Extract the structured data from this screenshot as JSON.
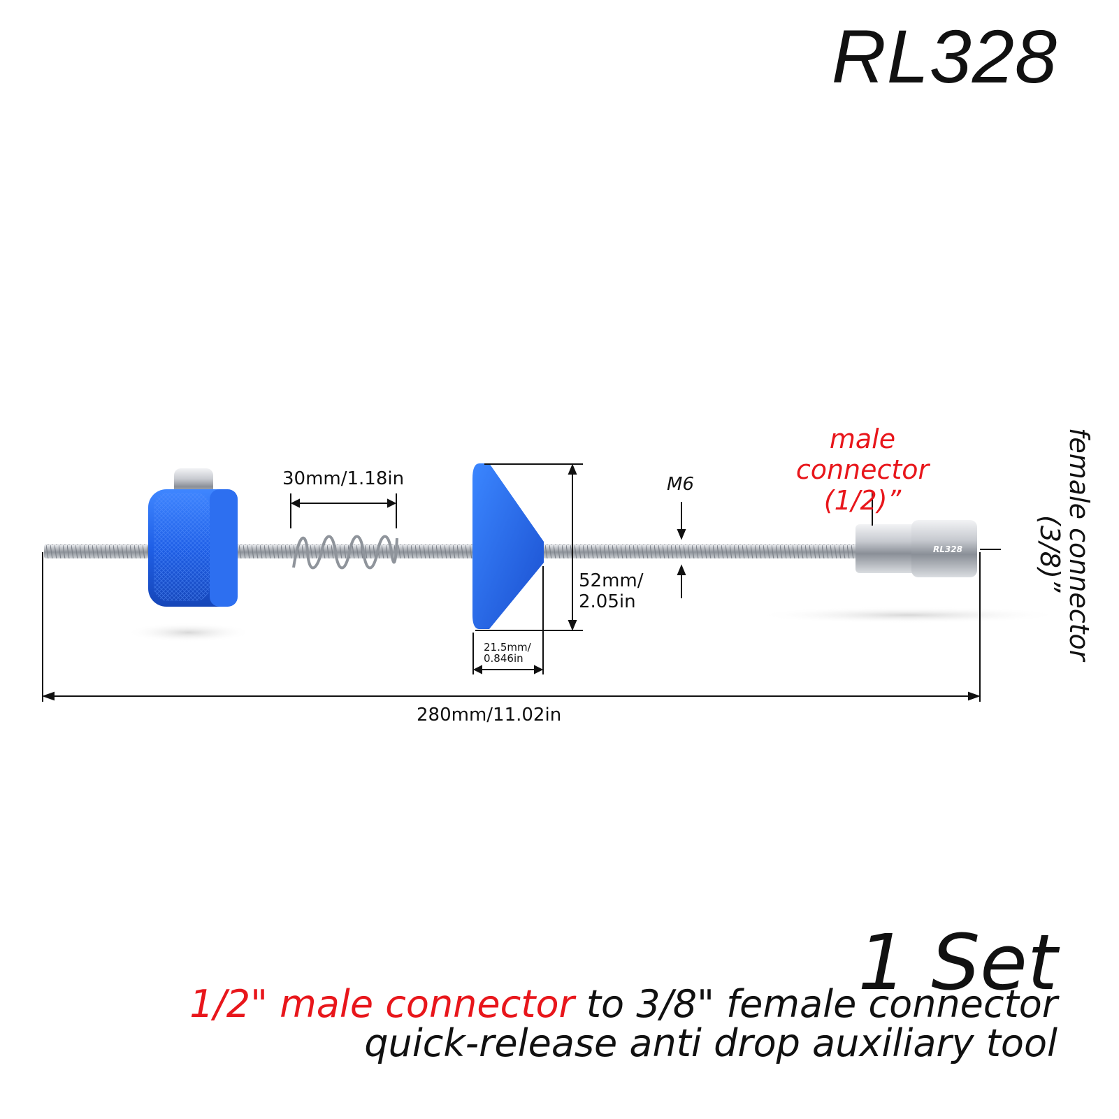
{
  "model": "RL328",
  "dimensions": {
    "spring_length": "30mm/1.18in",
    "cone_diameter_line1": "52mm/",
    "cone_diameter_line2": "2.05in",
    "cone_width_line1": "21.5mm/",
    "cone_width_line2": "0.846in",
    "thread": "M6",
    "total_length": "280mm/11.02in"
  },
  "connectors": {
    "male_line1": "male connector",
    "male_line2": "(1/2)”",
    "female_line1": "female connector",
    "female_line2": "(3/8)”",
    "engraving": "RL328"
  },
  "set_label": "1 Set",
  "description": {
    "line1_red": "1/2\" male connector",
    "line1_black": " to 3/8\" female connector",
    "line2": "quick-release anti drop auxiliary tool"
  },
  "colors": {
    "accent_red": "#e8161b",
    "part_blue": "#1f5fe6",
    "steel": "#b9bcc2"
  }
}
